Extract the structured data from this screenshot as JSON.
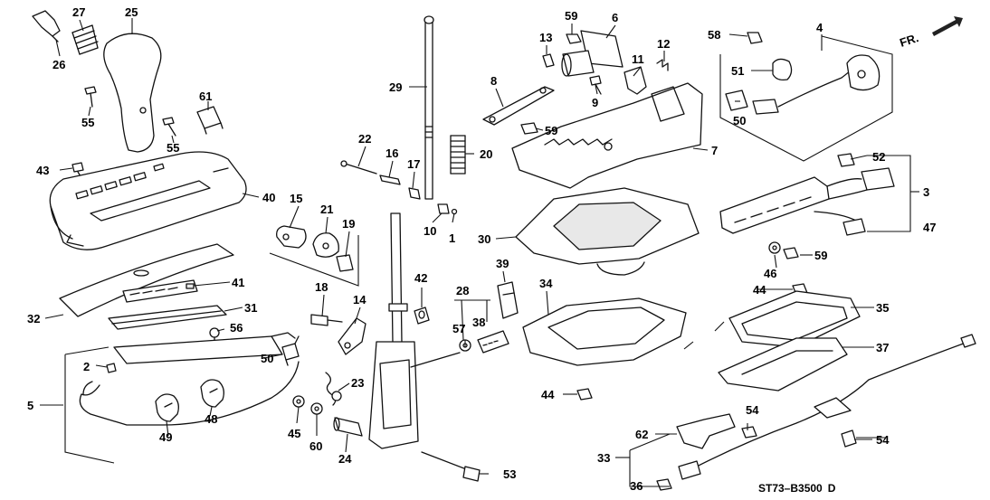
{
  "diagram": {
    "code": "ST73–B3500",
    "code_suffix": "D",
    "direction": "FR."
  },
  "callouts": [
    {
      "id": "c1",
      "text": "1"
    },
    {
      "id": "c2",
      "text": "2"
    },
    {
      "id": "c3",
      "text": "3"
    },
    {
      "id": "c4",
      "text": "4"
    },
    {
      "id": "c5",
      "text": "5"
    },
    {
      "id": "c6",
      "text": "6"
    },
    {
      "id": "c7",
      "text": "7"
    },
    {
      "id": "c8",
      "text": "8"
    },
    {
      "id": "c9",
      "text": "9"
    },
    {
      "id": "c10",
      "text": "10"
    },
    {
      "id": "c11",
      "text": "11"
    },
    {
      "id": "c12",
      "text": "12"
    },
    {
      "id": "c13",
      "text": "13"
    },
    {
      "id": "c14",
      "text": "14"
    },
    {
      "id": "c15",
      "text": "15"
    },
    {
      "id": "c16",
      "text": "16"
    },
    {
      "id": "c17",
      "text": "17"
    },
    {
      "id": "c18",
      "text": "18"
    },
    {
      "id": "c19",
      "text": "19"
    },
    {
      "id": "c20",
      "text": "20"
    },
    {
      "id": "c21",
      "text": "21"
    },
    {
      "id": "c22",
      "text": "22"
    },
    {
      "id": "c23",
      "text": "23"
    },
    {
      "id": "c24",
      "text": "24"
    },
    {
      "id": "c25",
      "text": "25"
    },
    {
      "id": "c26",
      "text": "26"
    },
    {
      "id": "c27",
      "text": "27"
    },
    {
      "id": "c28",
      "text": "28"
    },
    {
      "id": "c29",
      "text": "29"
    },
    {
      "id": "c30",
      "text": "30"
    },
    {
      "id": "c31",
      "text": "31"
    },
    {
      "id": "c32",
      "text": "32"
    },
    {
      "id": "c33",
      "text": "33"
    },
    {
      "id": "c34",
      "text": "34"
    },
    {
      "id": "c35",
      "text": "35"
    },
    {
      "id": "c36",
      "text": "36"
    },
    {
      "id": "c37",
      "text": "37"
    },
    {
      "id": "c38",
      "text": "38"
    },
    {
      "id": "c39",
      "text": "39"
    },
    {
      "id": "c40",
      "text": "40"
    },
    {
      "id": "c41",
      "text": "41"
    },
    {
      "id": "c42",
      "text": "42"
    },
    {
      "id": "c43",
      "text": "43"
    },
    {
      "id": "c44a",
      "text": "44"
    },
    {
      "id": "c44b",
      "text": "44"
    },
    {
      "id": "c45",
      "text": "45"
    },
    {
      "id": "c46",
      "text": "46"
    },
    {
      "id": "c47",
      "text": "47"
    },
    {
      "id": "c48",
      "text": "48"
    },
    {
      "id": "c49",
      "text": "49"
    },
    {
      "id": "c50a",
      "text": "50"
    },
    {
      "id": "c50b",
      "text": "50"
    },
    {
      "id": "c51",
      "text": "51"
    },
    {
      "id": "c52",
      "text": "52"
    },
    {
      "id": "c53",
      "text": "53"
    },
    {
      "id": "c54a",
      "text": "54"
    },
    {
      "id": "c54b",
      "text": "54"
    },
    {
      "id": "c55a",
      "text": "55"
    },
    {
      "id": "c55b",
      "text": "55"
    },
    {
      "id": "c56",
      "text": "56"
    },
    {
      "id": "c57",
      "text": "57"
    },
    {
      "id": "c58",
      "text": "58"
    },
    {
      "id": "c59a",
      "text": "59"
    },
    {
      "id": "c59b",
      "text": "59"
    },
    {
      "id": "c59c",
      "text": "59"
    },
    {
      "id": "c60",
      "text": "60"
    },
    {
      "id": "c61",
      "text": "61"
    },
    {
      "id": "c62",
      "text": "62"
    }
  ]
}
